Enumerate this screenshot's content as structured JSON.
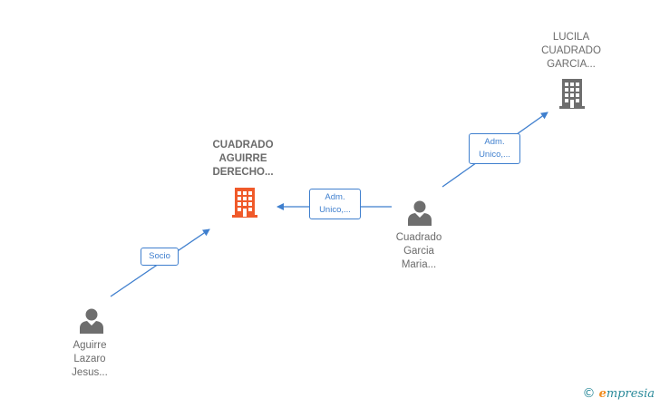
{
  "nodes": {
    "company_main": {
      "type": "company",
      "color": "#f05a2a",
      "label_lines": [
        "CUADRADO",
        "AGUIRRE",
        "DERECHO..."
      ],
      "icon": "building-icon"
    },
    "company_lucila": {
      "type": "company",
      "color": "#6e6e6e",
      "label_lines": [
        "LUCILA",
        "CUADRADO",
        "GARCIA..."
      ],
      "icon": "building-icon"
    },
    "person_cuadrado": {
      "type": "person",
      "color": "#6e6e6e",
      "label_lines": [
        "Cuadrado",
        "Garcia",
        "Maria..."
      ],
      "icon": "person-icon"
    },
    "person_aguirre": {
      "type": "person",
      "color": "#6e6e6e",
      "label_lines": [
        "Aguirre",
        "Lazaro",
        "Jesus..."
      ],
      "icon": "person-icon"
    }
  },
  "edges": [
    {
      "from": "person_aguirre",
      "to": "company_main",
      "label_lines": [
        "Socio"
      ]
    },
    {
      "from": "person_cuadrado",
      "to": "company_main",
      "label_lines": [
        "Adm.",
        "Unico,..."
      ]
    },
    {
      "from": "person_cuadrado",
      "to": "company_lucila",
      "label_lines": [
        "Adm.",
        "Unico,..."
      ]
    }
  ],
  "colors": {
    "edge": "#3f7fce"
  },
  "watermark": {
    "symbol": "©",
    "brand_initial": "e",
    "brand_rest": "mpresia"
  }
}
